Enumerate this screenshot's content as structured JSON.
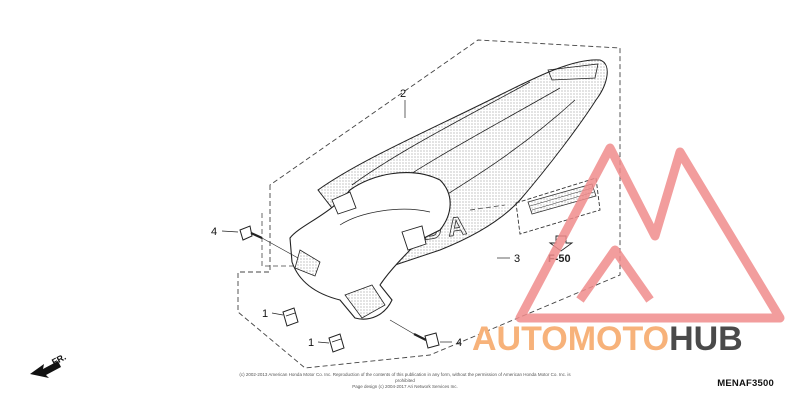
{
  "labels": {
    "part_1a": "1",
    "part_1b": "1",
    "part_2": "2",
    "part_3": "3",
    "part_4a": "4",
    "part_4b": "4"
  },
  "ref_page": "F-50",
  "direction": "FR.",
  "diagram_code": "MENAF3500",
  "fender_brand_text": "HONDA",
  "copyright_line1": "(c) 2002-2013 American Honda Motor Co. Inc. Reproduction of the contents of this publication in any form, without the permission of American Honda Motor Co. Inc. is prohibited",
  "copyright_line2": "Page design (c) 2004-2017 Ari Network Services Inc.",
  "watermark": {
    "part_a": "AUTOMOTO",
    "part_b": "HUB",
    "color_a": "#f7b27a",
    "color_b": "#4a4a4a",
    "logo_color": "#f08c8c"
  }
}
